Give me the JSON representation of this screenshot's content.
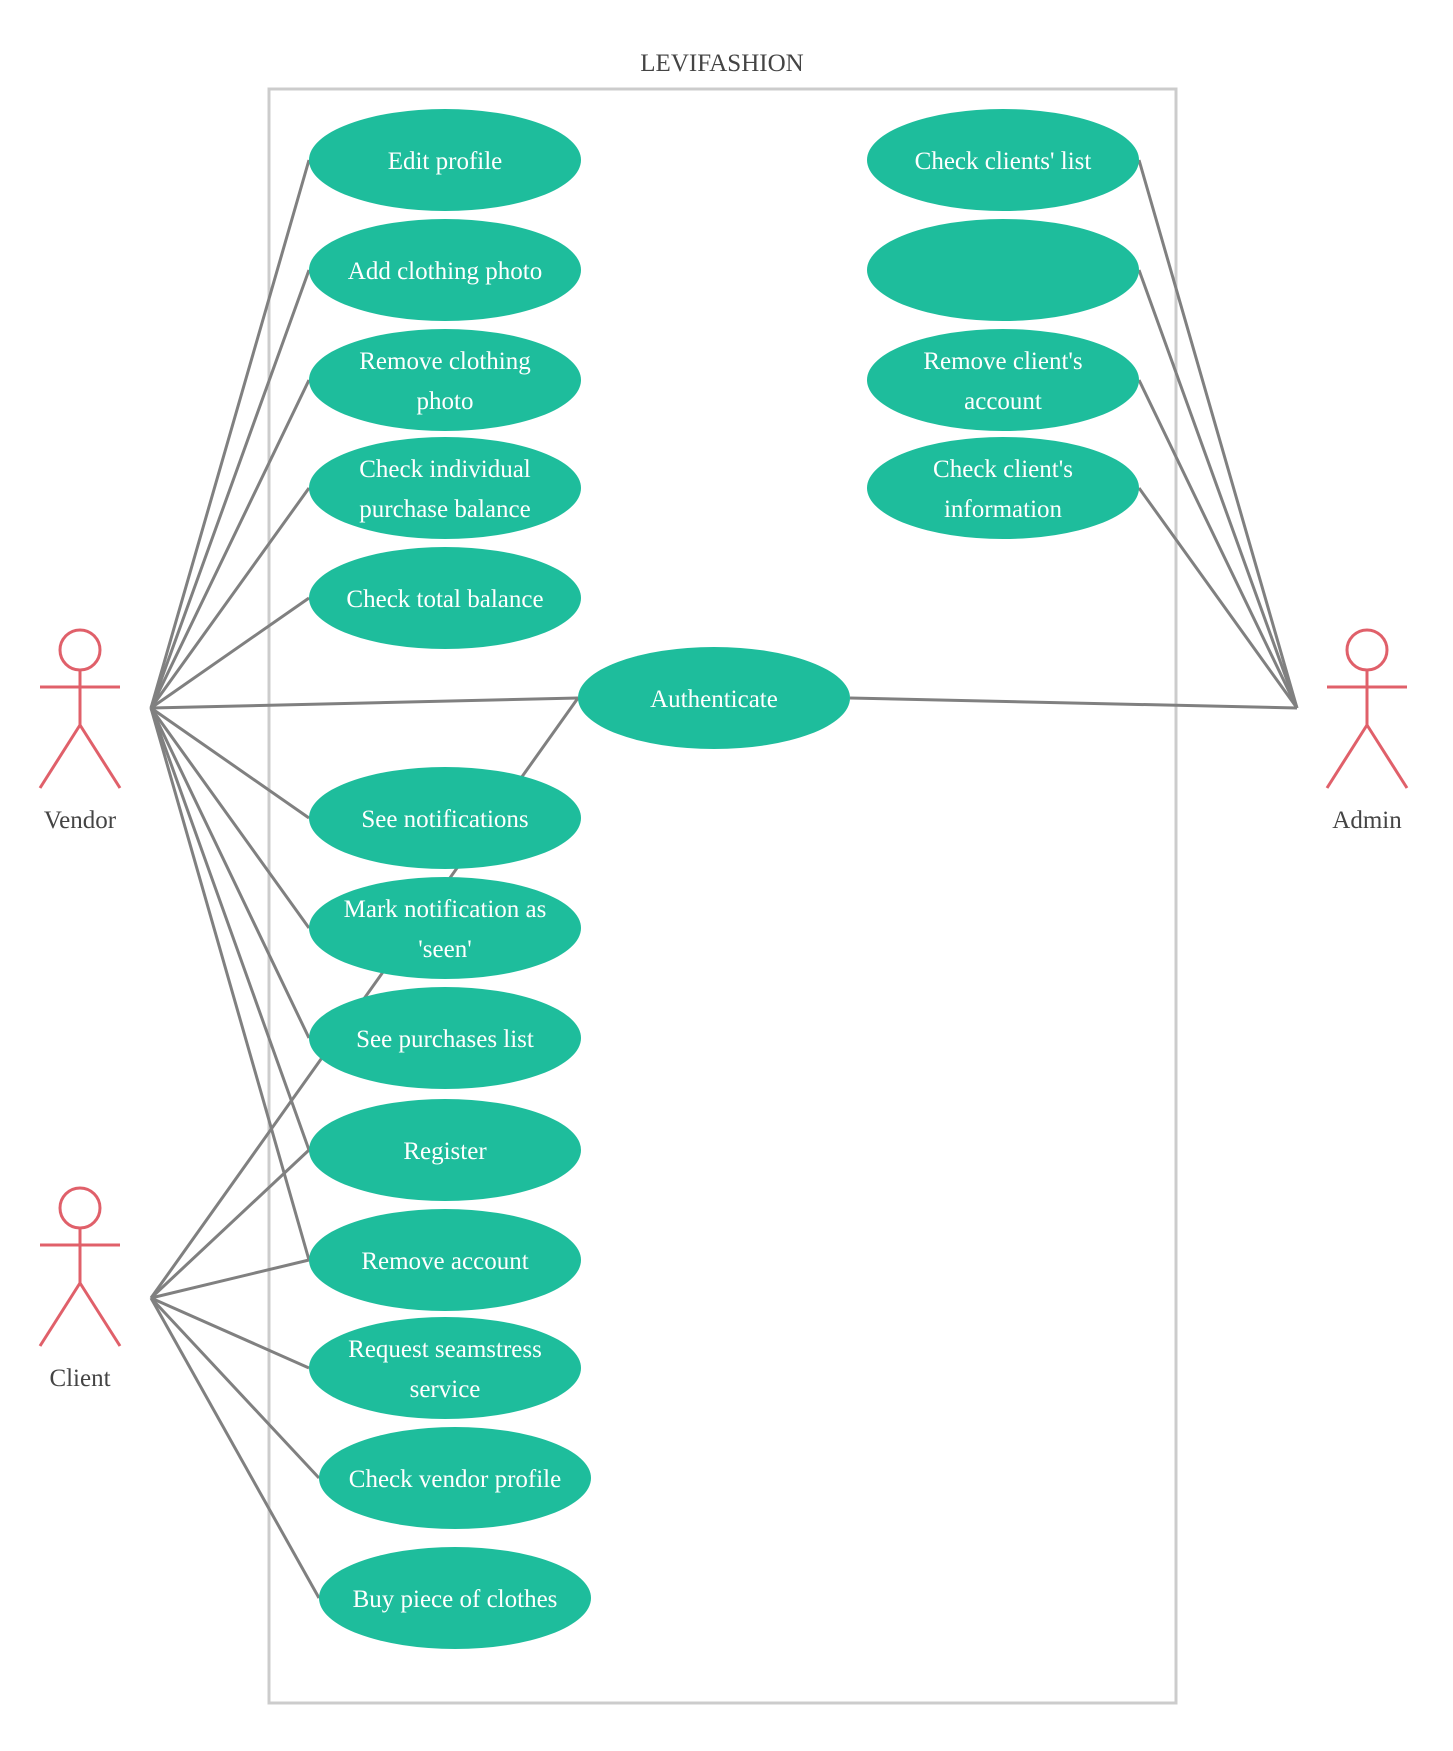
{
  "system": {
    "title": "LEVIFASHION"
  },
  "colors": {
    "usecase_fill": "#1ebd9c",
    "usecase_text": "#ffffff",
    "actor_stroke": "#e0606a",
    "line": "#808080",
    "boundary": "#cccccc",
    "label": "#444444"
  },
  "actors": [
    {
      "id": "vendor",
      "label": "Vendor"
    },
    {
      "id": "client",
      "label": "Client"
    },
    {
      "id": "admin",
      "label": "Admin"
    }
  ],
  "use_cases": [
    {
      "id": "edit-profile",
      "lines": [
        "Edit profile"
      ]
    },
    {
      "id": "add-clothing-photo",
      "lines": [
        "Add clothing photo"
      ]
    },
    {
      "id": "remove-clothing-photo",
      "lines": [
        "Remove clothing",
        "photo"
      ]
    },
    {
      "id": "check-individual-purchase-balance",
      "lines": [
        "Check individual",
        "purchase balance"
      ]
    },
    {
      "id": "check-total-balance",
      "lines": [
        "Check total balance"
      ]
    },
    {
      "id": "authenticate",
      "lines": [
        "Authenticate"
      ]
    },
    {
      "id": "see-notifications",
      "lines": [
        "See notifications"
      ]
    },
    {
      "id": "mark-notification-seen",
      "lines": [
        "Mark notification as",
        "'seen'"
      ]
    },
    {
      "id": "see-purchases-list",
      "lines": [
        "See purchases list"
      ]
    },
    {
      "id": "register",
      "lines": [
        "Register"
      ]
    },
    {
      "id": "remove-account",
      "lines": [
        "Remove account"
      ]
    },
    {
      "id": "request-seamstress-service",
      "lines": [
        "Request seamstress",
        "service"
      ]
    },
    {
      "id": "check-vendor-profile",
      "lines": [
        "Check vendor profile"
      ]
    },
    {
      "id": "buy-piece-of-clothes",
      "lines": [
        "Buy piece of clothes"
      ]
    },
    {
      "id": "check-clients-list",
      "lines": [
        "Check clients' list"
      ]
    },
    {
      "id": "unlabeled-admin-use-case",
      "lines": []
    },
    {
      "id": "remove-clients-account",
      "lines": [
        "Remove client's",
        "account"
      ]
    },
    {
      "id": "check-clients-information",
      "lines": [
        "Check client's",
        "information"
      ]
    }
  ],
  "associations": [
    [
      "vendor",
      "edit-profile"
    ],
    [
      "vendor",
      "add-clothing-photo"
    ],
    [
      "vendor",
      "remove-clothing-photo"
    ],
    [
      "vendor",
      "check-individual-purchase-balance"
    ],
    [
      "vendor",
      "check-total-balance"
    ],
    [
      "vendor",
      "authenticate"
    ],
    [
      "vendor",
      "see-notifications"
    ],
    [
      "vendor",
      "mark-notification-seen"
    ],
    [
      "vendor",
      "see-purchases-list"
    ],
    [
      "vendor",
      "register"
    ],
    [
      "vendor",
      "remove-account"
    ],
    [
      "client",
      "authenticate"
    ],
    [
      "client",
      "register"
    ],
    [
      "client",
      "remove-account"
    ],
    [
      "client",
      "request-seamstress-service"
    ],
    [
      "client",
      "check-vendor-profile"
    ],
    [
      "client",
      "buy-piece-of-clothes"
    ],
    [
      "admin",
      "authenticate"
    ],
    [
      "admin",
      "check-clients-list"
    ],
    [
      "admin",
      "unlabeled-admin-use-case"
    ],
    [
      "admin",
      "remove-clients-account"
    ],
    [
      "admin",
      "check-clients-information"
    ]
  ]
}
